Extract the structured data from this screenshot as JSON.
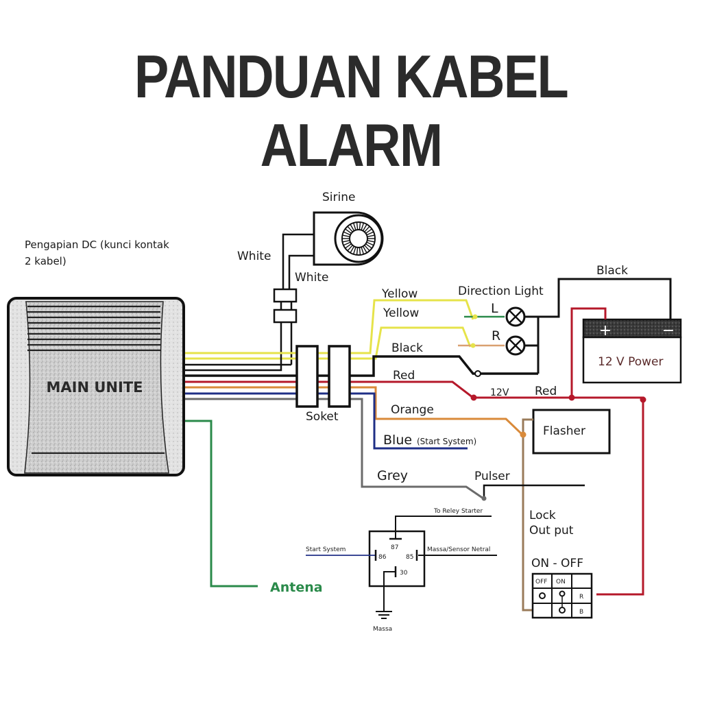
{
  "title": "PANDUAN KABEL ALARM",
  "ignition_note": {
    "line1": "Pengapian DC (kunci kontak",
    "line2": "2 kabel)"
  },
  "main_unit": {
    "label": "MAIN UNITE"
  },
  "siren": {
    "label": "Sirine",
    "wire1": "White",
    "wire2": "White"
  },
  "socket": {
    "label": "Soket"
  },
  "direction_light": {
    "label": "Direction Light",
    "left": "L",
    "right": "R",
    "wire1": "Yellow",
    "wire2": "Yellow"
  },
  "wires": {
    "black": "Black",
    "red": "Red",
    "orange": "Orange",
    "blue": "Blue",
    "blue_note": "(Start System)",
    "grey": "Grey",
    "antenna": "Antena",
    "battery_black": "Black",
    "voltage": "12V",
    "battery_red": "Red"
  },
  "battery": {
    "label": "12 V Power",
    "plus": "+",
    "minus": "−"
  },
  "flasher": {
    "label": "Flasher"
  },
  "pulser": {
    "label": "Pulser"
  },
  "lock_output": {
    "line1": "Lock",
    "line2": "Out put"
  },
  "switch": {
    "title": "ON - OFF",
    "col_off": "OFF",
    "col_on": "ON",
    "row_r": "R",
    "row_b": "B"
  },
  "relay": {
    "to_starter": "To Reley Starter",
    "start_system": "Start System",
    "neutral": "Massa/Sensor Netral",
    "ground": "Massa",
    "pins": {
      "p87": "87",
      "p86": "86",
      "p85": "85",
      "p30": "30"
    }
  },
  "colors": {
    "yellow": "#e6e34a",
    "red": "#b5182a",
    "orange": "#d98a3a",
    "blue": "#1f2f86",
    "grey": "#6b6b6b",
    "green": "#2a8a4a",
    "brown": "#9a7b5a",
    "black": "#111111"
  }
}
